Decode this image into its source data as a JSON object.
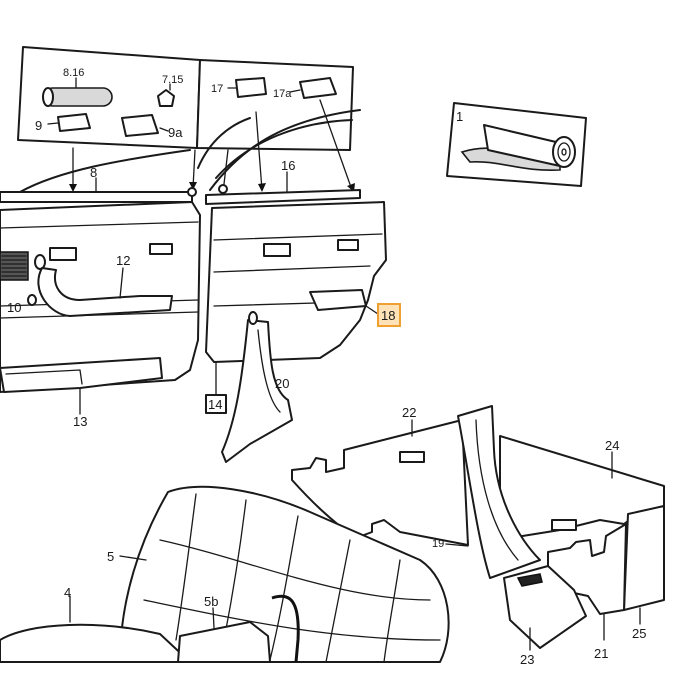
{
  "labels": {
    "l_8_16": "8.16",
    "l_7_15": "7.15",
    "l_9": "9",
    "l_9a": "9a",
    "l_17": "17",
    "l_17a": "17a",
    "l_1": "1",
    "l_8": "8",
    "l_16": "16",
    "l_12": "12",
    "l_10": "10",
    "l_13": "13",
    "l_18": "18",
    "l_14": "14",
    "l_20": "20",
    "l_22": "22",
    "l_24": "24",
    "l_19": "19",
    "l_5": "5",
    "l_4": "4",
    "l_5b": "5b",
    "l_21": "21",
    "l_25": "25",
    "l_23": "23"
  },
  "highlight": {
    "color": "#f0a030",
    "label_ref": "18"
  }
}
